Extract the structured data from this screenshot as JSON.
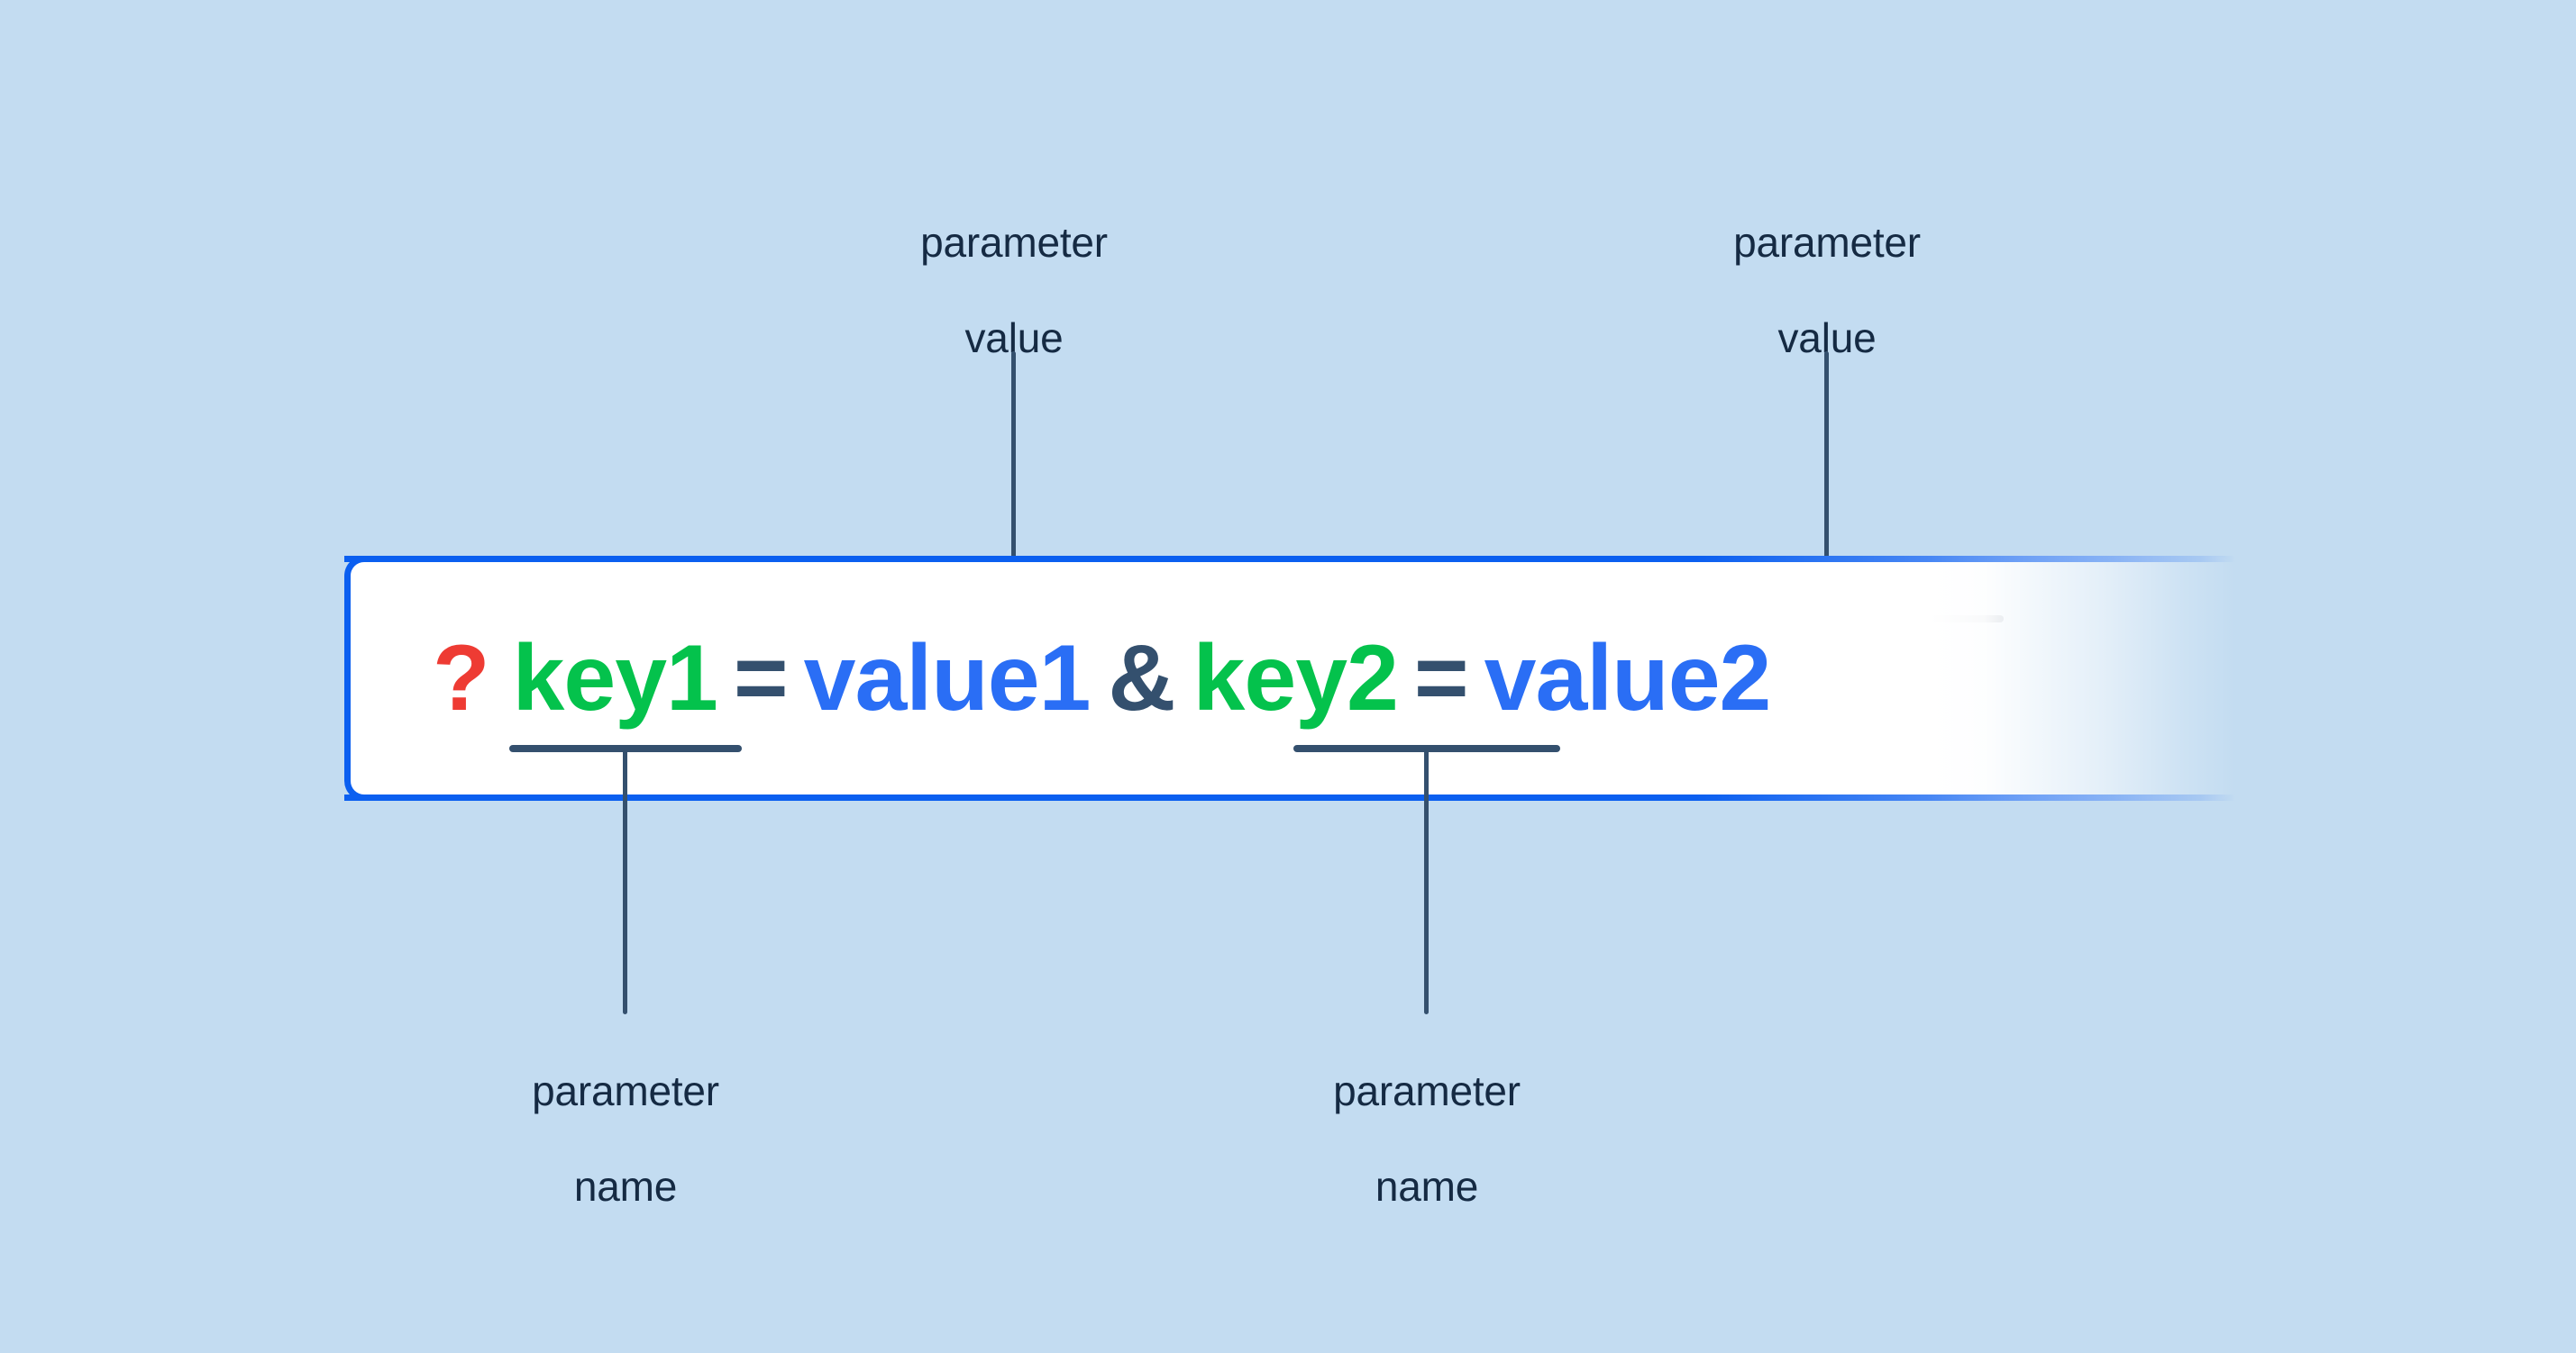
{
  "background_color": "#c3dcf1",
  "url_bar": {
    "name": "address-bar",
    "border_color": "#0b5ff0",
    "fill_color": "#ffffff",
    "tokens": {
      "question_mark": "?",
      "key1": "key1",
      "equals1": "=",
      "value1": "value1",
      "ampersand": "&",
      "key2": "key2",
      "equals2": "=",
      "value2": "value2"
    },
    "token_colors": {
      "question_mark": "#ee3b33",
      "key": "#04c24c",
      "equals": "#34506e",
      "value": "#2a6ef5",
      "ampersand": "#34506e"
    }
  },
  "annotations": [
    {
      "id": "value1-callout",
      "position": "top",
      "line1": "parameter",
      "line2": "value",
      "target": "value1"
    },
    {
      "id": "value2-callout",
      "position": "top",
      "line1": "parameter",
      "line2": "value",
      "target": "value2"
    },
    {
      "id": "key1-callout",
      "position": "bottom",
      "line1": "parameter",
      "line2": "name",
      "target": "key1"
    },
    {
      "id": "key2-callout",
      "position": "bottom",
      "line1": "parameter",
      "line2": "name",
      "target": "key2"
    }
  ],
  "annotation_color": "#152a43",
  "leader_line_color": "#34506e"
}
